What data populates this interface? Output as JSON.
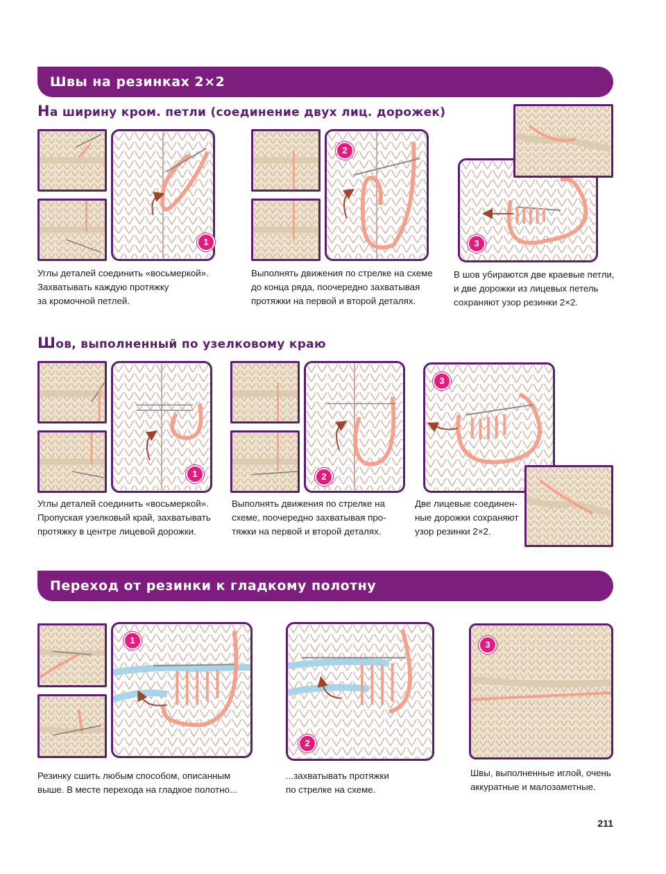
{
  "section1": {
    "title": "Швы на резинках 2×2",
    "subheading1": {
      "lead": "Н",
      "rest": "а ширину кром. петли (соединение двух лиц. дорожек)"
    },
    "step1_caption": [
      "Углы деталей соединить «восьмеркой».",
      "Захватывать каждую протяжку",
      "за кромочной петлей."
    ],
    "step2_caption": [
      "Выполнять движения по стрелке на схеме",
      "до конца ряда, поочередно захватывая",
      "протяжки на первой и второй деталях."
    ],
    "step3_caption": [
      "В шов убираются две краевые петли,",
      "и две дорожки из лицевых петель",
      "сохраняют узор резинки 2×2."
    ],
    "subheading2": {
      "lead": "Ш",
      "rest": "ов, выполненный по узелковому краю"
    },
    "knot_step1_caption": [
      "Углы деталей соединить «восьмеркой».",
      "Пропуская узелковый край, захватывать",
      "протяжку в центре лицевой дорожки."
    ],
    "knot_step2_caption": [
      "Выполнять движения по стрелке на",
      "схеме, поочередно захватывая про-",
      "тяжки на первой и второй деталях."
    ],
    "knot_step3_caption": [
      "Две лицевые соединен-",
      "ные дорожки сохраняют",
      "узор резинки 2×2."
    ]
  },
  "section2": {
    "title": "Переход от резинки к гладкому полотну",
    "step1_caption": [
      "Резинку сшить любым способом, описанным",
      "выше. В месте перехода на гладкое полотно..."
    ],
    "step2_caption": [
      "...захватывать протяжки",
      "по стрелке на схеме."
    ],
    "step3_caption": [
      "Швы, выполненные иглой, очень",
      "аккуратные и малозаметные."
    ]
  },
  "steps": {
    "one": "1",
    "two": "2",
    "three": "3"
  },
  "page_number": "211",
  "colors": {
    "banner": "#7d1d7e",
    "heading": "#5b1e6e",
    "badge": "#e5197e",
    "yarn": "#f4a08a",
    "knit": "#c9a89e",
    "arrow": "#a0432a",
    "blue_yarn": "#a8d4ea"
  }
}
